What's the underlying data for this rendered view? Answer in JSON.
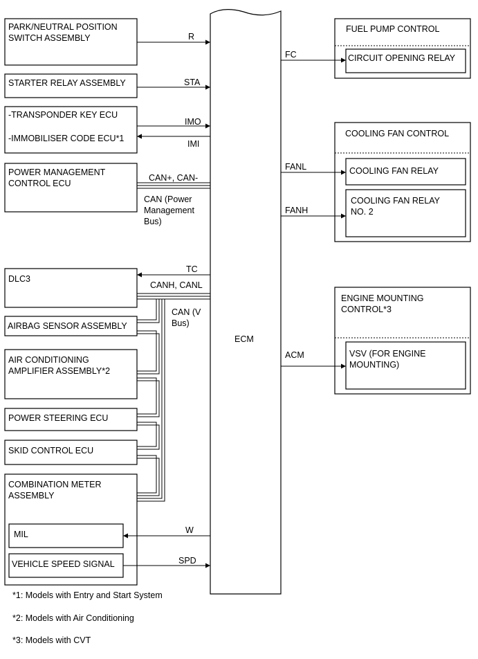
{
  "blocks": {
    "park_neutral": [
      "PARK/NEUTRAL POSITION",
      "SWITCH ASSEMBLY"
    ],
    "starter_relay": "STARTER RELAY ASSEMBLY",
    "transponder": "-TRANSPONDER KEY ECU",
    "immobiliser": "-IMMOBILISER CODE ECU*1",
    "power_mgmt": [
      "POWER MANAGEMENT",
      "CONTROL ECU"
    ],
    "dlc3": "DLC3",
    "airbag": "AIRBAG SENSOR ASSEMBLY",
    "air_cond": [
      "AIR CONDITIONING",
      "AMPLIFIER ASSEMBLY*2"
    ],
    "power_steering": "POWER STEERING ECU",
    "skid_control": "SKID CONTROL ECU",
    "combination_meter": [
      "COMBINATION METER",
      "ASSEMBLY"
    ],
    "mil": "MIL",
    "vehicle_speed": "VEHICLE SPEED SIGNAL",
    "ecm": "ECM",
    "fuel_pump_control": "FUEL PUMP CONTROL",
    "circuit_opening_relay": "CIRCUIT OPENING RELAY",
    "cooling_fan_control": "COOLING FAN CONTROL",
    "cooling_fan_relay": "COOLING FAN RELAY",
    "cooling_fan_relay_2": [
      "COOLING FAN RELAY",
      "NO. 2"
    ],
    "engine_mounting_control": [
      "ENGINE MOUNTING",
      "CONTROL*3"
    ],
    "vsv": [
      "VSV (FOR ENGINE",
      "MOUNTING)"
    ]
  },
  "signals": {
    "r": "R",
    "sta": "STA",
    "imo": "IMO",
    "imi": "IMI",
    "can_pm": "CAN+, CAN-",
    "can_pm_bus": [
      "CAN (Power",
      "Management",
      "Bus)"
    ],
    "tc": "TC",
    "canh_canl": "CANH, CANL",
    "can_v_bus": [
      "CAN (V",
      "Bus)"
    ],
    "w": "W",
    "spd": "SPD",
    "fc": "FC",
    "fanl": "FANL",
    "fanh": "FANH",
    "acm": "ACM"
  },
  "notes": [
    "*1: Models with Entry and Start System",
    "*2: Models with Air Conditioning",
    "*3: Models with CVT"
  ]
}
